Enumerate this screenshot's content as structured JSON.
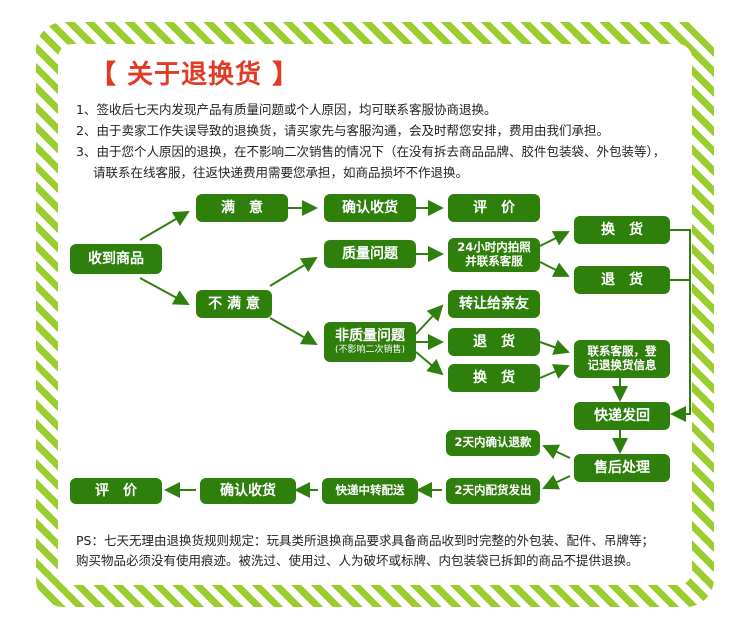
{
  "title": "【 关于退换货 】",
  "rules": [
    "1、签收后七天内发现产品有质量问题或个人原因，均可联系客服协商退换。",
    "2、由于卖家工作失误导致的退换货，请买家先与客服沟通，会及时帮您安排，费用由我们承担。",
    "3、由于您个人原因的退换，在不影响二次销售的情况下（在没有拆去商品品牌、胶件包装袋、外包装等），",
    "请联系在线客服，往返快递费用需要您承担，如商品损坏不作退换。"
  ],
  "flow": {
    "receive": "收到商品",
    "satisfied": "满　意",
    "confirm1": "确认收货",
    "review1": "评　价",
    "unsatisfied": "不 满 意",
    "quality": "质量问题",
    "photo_line1": "24小时内拍照",
    "photo_line2": "并联系客服",
    "exchange_right": "换　货",
    "return_right": "退　货",
    "nonquality": "非质量问题",
    "nonquality_sub": "(不影响二次销售)",
    "transfer": "转让给亲友",
    "return_mid": "退　货",
    "exchange_mid": "换　货",
    "contact_line1": "联系客服，登",
    "contact_line2": "记退换货信息",
    "express_back": "快递发回",
    "aftersale": "售后处理",
    "refund": "2天内确认退款",
    "ship": "2天内配货发出",
    "express_transfer": "快递中转配送",
    "confirm2": "确认收货",
    "review2": "评　价"
  },
  "ps": [
    "PS：七天无理由退换货规则规定：玩具类所退换商品要求具备商品收到时完整的外包装、配件、吊牌等；",
    "购买物品必须没有使用痕迹。被洗过、使用过、人为破坏或标牌、内包装袋已拆卸的商品不提供退换。"
  ],
  "colors": {
    "frame_green": "#9ccd2e",
    "box_green": "#2f7f0d",
    "title_red": "#e03b24",
    "arrow": "#2f7f0d"
  }
}
